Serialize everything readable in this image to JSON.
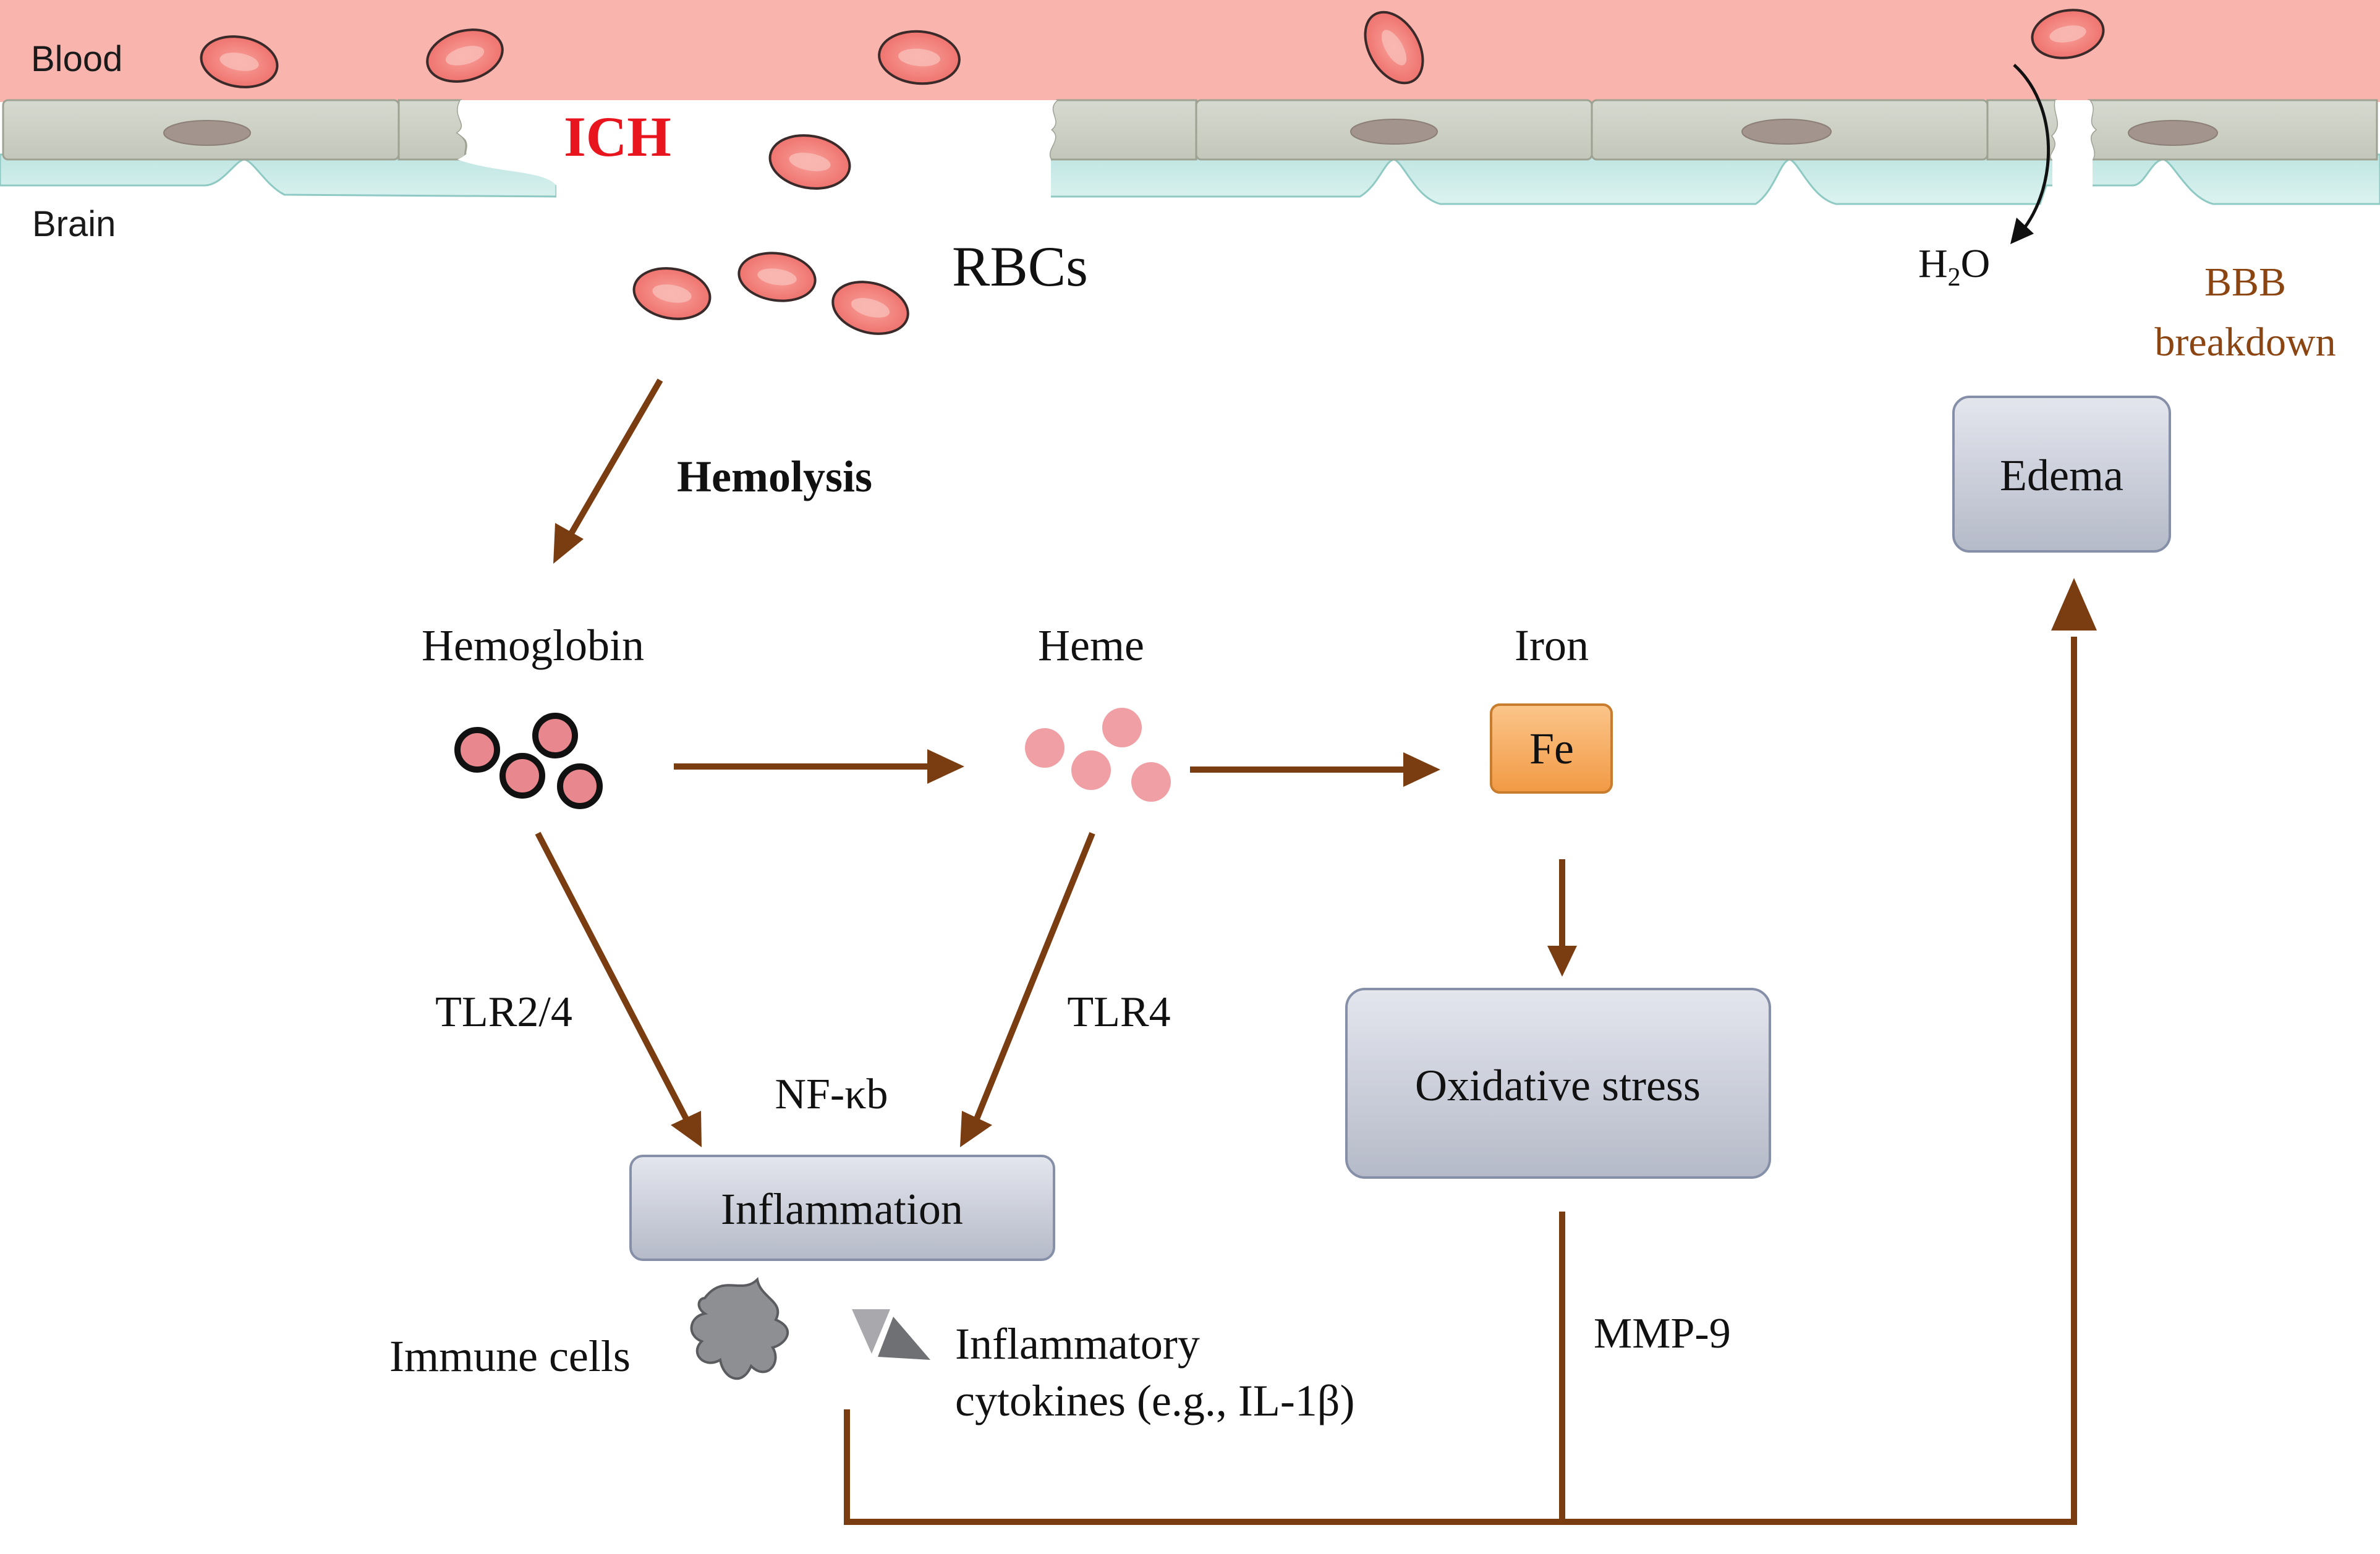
{
  "vessel": {
    "blood_label": "Blood",
    "brain_label": "Brain",
    "ich_label": "ICH",
    "water_label_main": "H",
    "water_label_sub": "2",
    "water_label_end": "O",
    "bbb_line1": "BBB",
    "bbb_line2": "breakdown"
  },
  "rbcs_label": "RBCs",
  "hemolysis_label": "Hemolysis",
  "nodes": {
    "hemoglobin": "Hemoglobin",
    "heme": "Heme",
    "iron": "Iron",
    "fe": "Fe",
    "edema": "Edema",
    "oxidative_stress": "Oxidative stress",
    "inflammation": "Inflammation"
  },
  "edge_labels": {
    "tlr24": "TLR2/4",
    "tlr4": "TLR4",
    "nfkb": "NF-κb",
    "mmp9": "MMP-9"
  },
  "cells": {
    "immune": "Immune cells",
    "cytokines_line1": "Inflammatory",
    "cytokines_line2": "cytokines (e.g., IL-1β)"
  },
  "colors": {
    "arrow": "#7a3d12",
    "bbb_text": "#8b4513",
    "ich_text": "#e8141e",
    "blood_band": "#f9b4ad",
    "rbc_fill": "#f07b76",
    "box_fill": "#c8ccd8",
    "fe_fill": "#f5a95a"
  }
}
